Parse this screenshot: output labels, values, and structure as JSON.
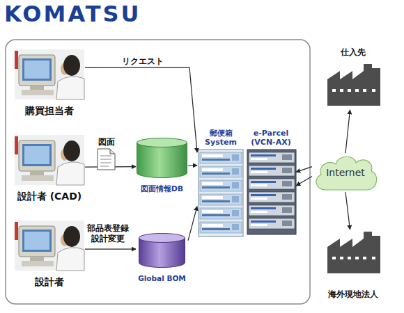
{
  "diagram": {
    "title": "KOMATSU",
    "nodes": [
      {
        "text": [
          "購買担当者"
        ]
      },
      {
        "text": [
          "設計者 (CAD)"
        ]
      },
      {
        "text": [
          "設計者"
        ]
      },
      {
        "text": [
          "図面情報DB"
        ]
      },
      {
        "text": [
          "Global BOM"
        ]
      },
      {
        "text": [
          "郵便箱 System"
        ]
      },
      {
        "text": [
          "e-Parcel (VCN-AX)"
        ]
      },
      {
        "text": [
          "Internet"
        ]
      },
      {
        "text": [
          "仕入先"
        ]
      },
      {
        "text": [
          "海外現地法人"
        ]
      }
    ],
    "edges": [
      {
        "from": 0,
        "to": 5,
        "label": "リクエスト",
        "arrow": "to"
      },
      {
        "from": 1,
        "to": 3,
        "label": "図面",
        "arrow": "to"
      },
      {
        "from": 2,
        "to": 4,
        "label": "部品表登録 設計変更",
        "arrow": "to"
      },
      {
        "from": 3,
        "to": 5,
        "arrow": "to"
      },
      {
        "from": 4,
        "to": 5,
        "arrow": "to"
      },
      {
        "from": 7,
        "to": 6,
        "arrow": "to"
      },
      {
        "from": 7,
        "to": 6,
        "arrow": "to"
      },
      {
        "from": 7,
        "to": 8,
        "arrow": "to"
      },
      {
        "from": 7,
        "to": 9,
        "arrow": "to"
      }
    ]
  }
}
